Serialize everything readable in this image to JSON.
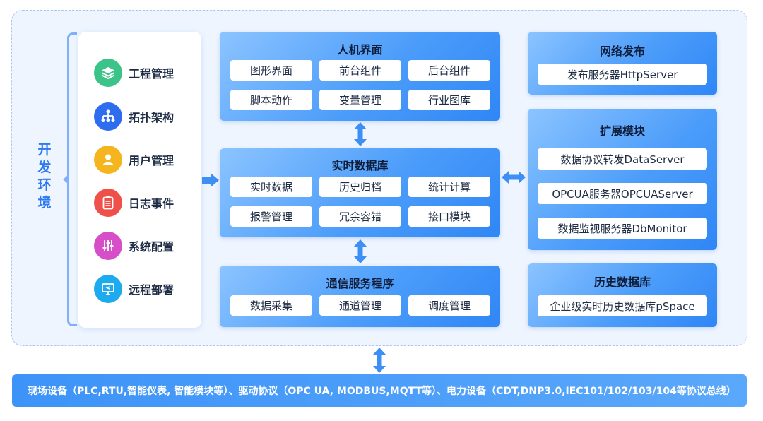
{
  "dev_env": {
    "label": "开发环境",
    "items": [
      {
        "label": "工程管理",
        "icon": "layers-icon",
        "color": "#3cc389"
      },
      {
        "label": "拓扑架构",
        "icon": "topology-icon",
        "color": "#2f6df0"
      },
      {
        "label": "用户管理",
        "icon": "user-icon",
        "color": "#f4b51f"
      },
      {
        "label": "日志事件",
        "icon": "clipboard-icon",
        "color": "#f0504a"
      },
      {
        "label": "系统配置",
        "icon": "sliders-icon",
        "color": "#d64fc9"
      },
      {
        "label": "远程部署",
        "icon": "remote-desktop-icon",
        "color": "#1eaaee"
      }
    ]
  },
  "hmi": {
    "title": "人机界面",
    "chips": [
      "图形界面",
      "前台组件",
      "后台组件",
      "脚本动作",
      "变量管理",
      "行业图库"
    ]
  },
  "realtime_db": {
    "title": "实时数据库",
    "chips": [
      "实时数据",
      "历史归档",
      "统计计算",
      "报警管理",
      "冗余容错",
      "接口模块"
    ]
  },
  "comm_service": {
    "title": "通信服务程序",
    "chips": [
      "数据采集",
      "通道管理",
      "调度管理"
    ]
  },
  "network_publish": {
    "title": "网络发布",
    "chips": [
      "发布服务器HttpServer"
    ]
  },
  "extension": {
    "title": "扩展模块",
    "chips": [
      "数据协议转发DataServer",
      "OPCUA服务器OPCUAServer",
      "数据监视服务器DbMonitor"
    ]
  },
  "history_db": {
    "title": "历史数据库",
    "chips": [
      "企业级实时历史数据库pSpace"
    ]
  },
  "devices_bar": "现场设备（PLC,RTU,智能仪表, 智能模块等）、驱动协议（OPC UA, MODBUS,MQTT等）、电力设备（CDT,DNP3.0,IEC101/102/103/104等协议总线）",
  "colors": {
    "panel_blue": "#4c9dfa",
    "arrow_blue": "#3d8ef5",
    "dev_label": "#2f7af0",
    "frame_bg": "#eef5ff"
  }
}
